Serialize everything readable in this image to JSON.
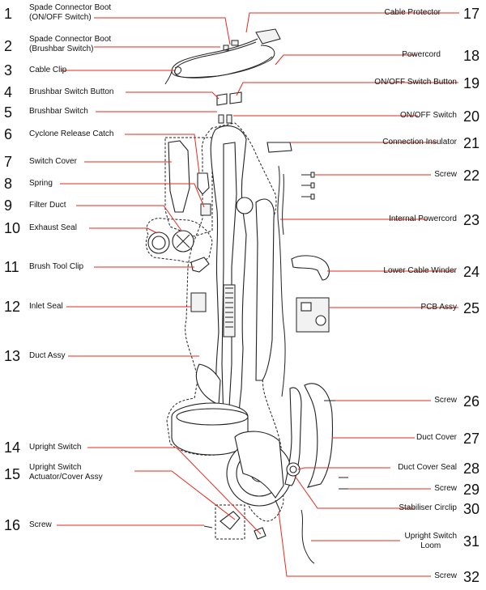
{
  "diagram": {
    "left_parts": [
      {
        "num": "1",
        "label": "Spade Connector Boot\n(ON/OFF Switch)"
      },
      {
        "num": "2",
        "label": "Spade Connector Boot\n(Brushbar Switch)"
      },
      {
        "num": "3",
        "label": "Cable Clip"
      },
      {
        "num": "4",
        "label": "Brushbar Switch Button"
      },
      {
        "num": "5",
        "label": "Brushbar Switch"
      },
      {
        "num": "6",
        "label": "Cyclone Release Catch"
      },
      {
        "num": "7",
        "label": "Switch Cover"
      },
      {
        "num": "8",
        "label": "Spring"
      },
      {
        "num": "9",
        "label": "Filter Duct"
      },
      {
        "num": "10",
        "label": "Exhaust Seal"
      },
      {
        "num": "11",
        "label": "Brush Tool Clip"
      },
      {
        "num": "12",
        "label": "Inlet Seal"
      },
      {
        "num": "13",
        "label": "Duct Assy"
      },
      {
        "num": "14",
        "label": "Upright Switch"
      },
      {
        "num": "15",
        "label": "Upright Switch\nActuator/Cover Assy"
      },
      {
        "num": "16",
        "label": "Screw"
      }
    ],
    "right_parts": [
      {
        "num": "17",
        "label": "Cable Protector"
      },
      {
        "num": "18",
        "label": "Powercord"
      },
      {
        "num": "19",
        "label": "ON/OFF Switch Button"
      },
      {
        "num": "20",
        "label": "ON/OFF Switch"
      },
      {
        "num": "21",
        "label": "Connection Insulator"
      },
      {
        "num": "22",
        "label": "Screw"
      },
      {
        "num": "23",
        "label": "Internal Powercord"
      },
      {
        "num": "24",
        "label": "Lower Cable Winder"
      },
      {
        "num": "25",
        "label": "PCB Assy"
      },
      {
        "num": "26",
        "label": "Screw"
      },
      {
        "num": "27",
        "label": "Duct Cover"
      },
      {
        "num": "28",
        "label": "Duct Cover Seal"
      },
      {
        "num": "29",
        "label": "Screw"
      },
      {
        "num": "30",
        "label": "Stabiliser Circlip"
      },
      {
        "num": "31",
        "label": "Upright Switch\nLoom"
      },
      {
        "num": "32",
        "label": "Screw"
      }
    ],
    "leader_color": "#e8291c"
  }
}
